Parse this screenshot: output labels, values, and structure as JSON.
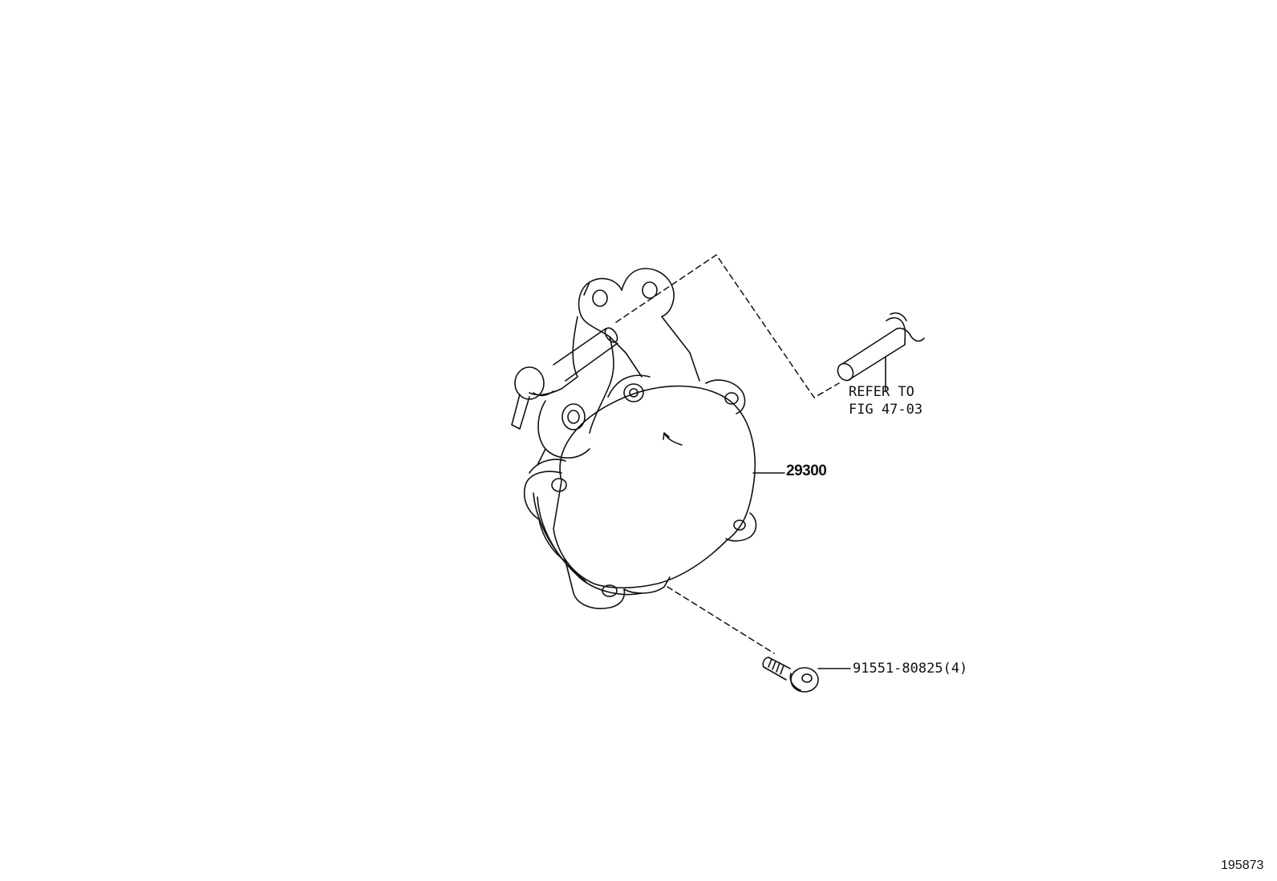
{
  "diagram": {
    "callouts": {
      "pump_part": "29300",
      "bolt_part": "91551-80825(4)",
      "refer_line1": "REFER TO",
      "refer_line2": "FIG 47-03"
    },
    "figure_id": "195873",
    "colors": {
      "ink": "#111111",
      "background": "#ffffff"
    }
  }
}
